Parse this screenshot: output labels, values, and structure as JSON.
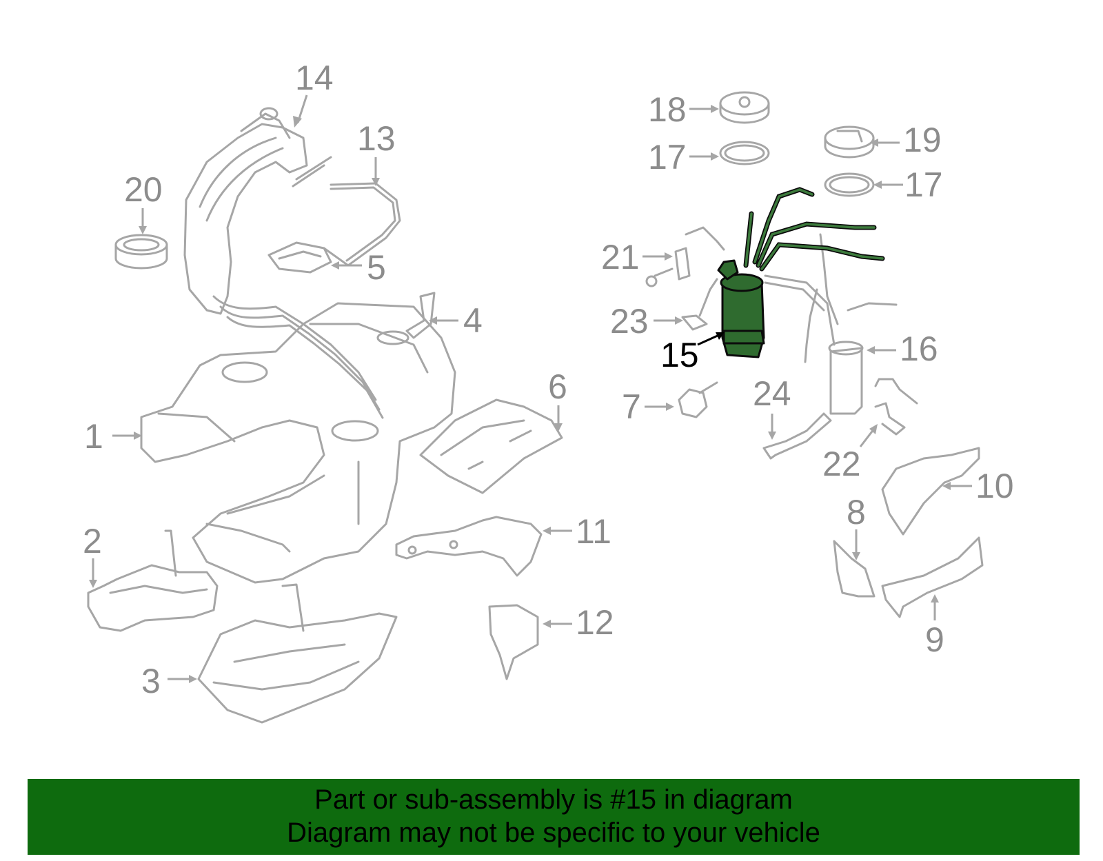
{
  "diagram": {
    "callouts": [
      {
        "id": "c14",
        "label": "14"
      },
      {
        "id": "c13",
        "label": "13"
      },
      {
        "id": "c20",
        "label": "20"
      },
      {
        "id": "c5",
        "label": "5"
      },
      {
        "id": "c4",
        "label": "4"
      },
      {
        "id": "c1",
        "label": "1"
      },
      {
        "id": "c6",
        "label": "6"
      },
      {
        "id": "c2",
        "label": "2"
      },
      {
        "id": "c11",
        "label": "11"
      },
      {
        "id": "c12",
        "label": "12"
      },
      {
        "id": "c3",
        "label": "3"
      },
      {
        "id": "c18",
        "label": "18"
      },
      {
        "id": "c17a",
        "label": "17"
      },
      {
        "id": "c19",
        "label": "19"
      },
      {
        "id": "c17b",
        "label": "17"
      },
      {
        "id": "c21",
        "label": "21"
      },
      {
        "id": "c23",
        "label": "23"
      },
      {
        "id": "c15",
        "label": "15"
      },
      {
        "id": "c16",
        "label": "16"
      },
      {
        "id": "c7",
        "label": "7"
      },
      {
        "id": "c24",
        "label": "24"
      },
      {
        "id": "c22",
        "label": "22"
      },
      {
        "id": "c10",
        "label": "10"
      },
      {
        "id": "c8",
        "label": "8"
      },
      {
        "id": "c9",
        "label": "9"
      }
    ],
    "highlighted_part": "15",
    "colors": {
      "part_lines": "#a6a6a6",
      "callout_text": "#8c8c8c",
      "highlight_fill": "#2f6b2f",
      "highlight_callout": "#000000",
      "banner_background": "#0e6b0e"
    }
  },
  "banner": {
    "line1": "Part or sub-assembly is #15 in diagram",
    "line2": "Diagram may not be specific to your vehicle"
  }
}
